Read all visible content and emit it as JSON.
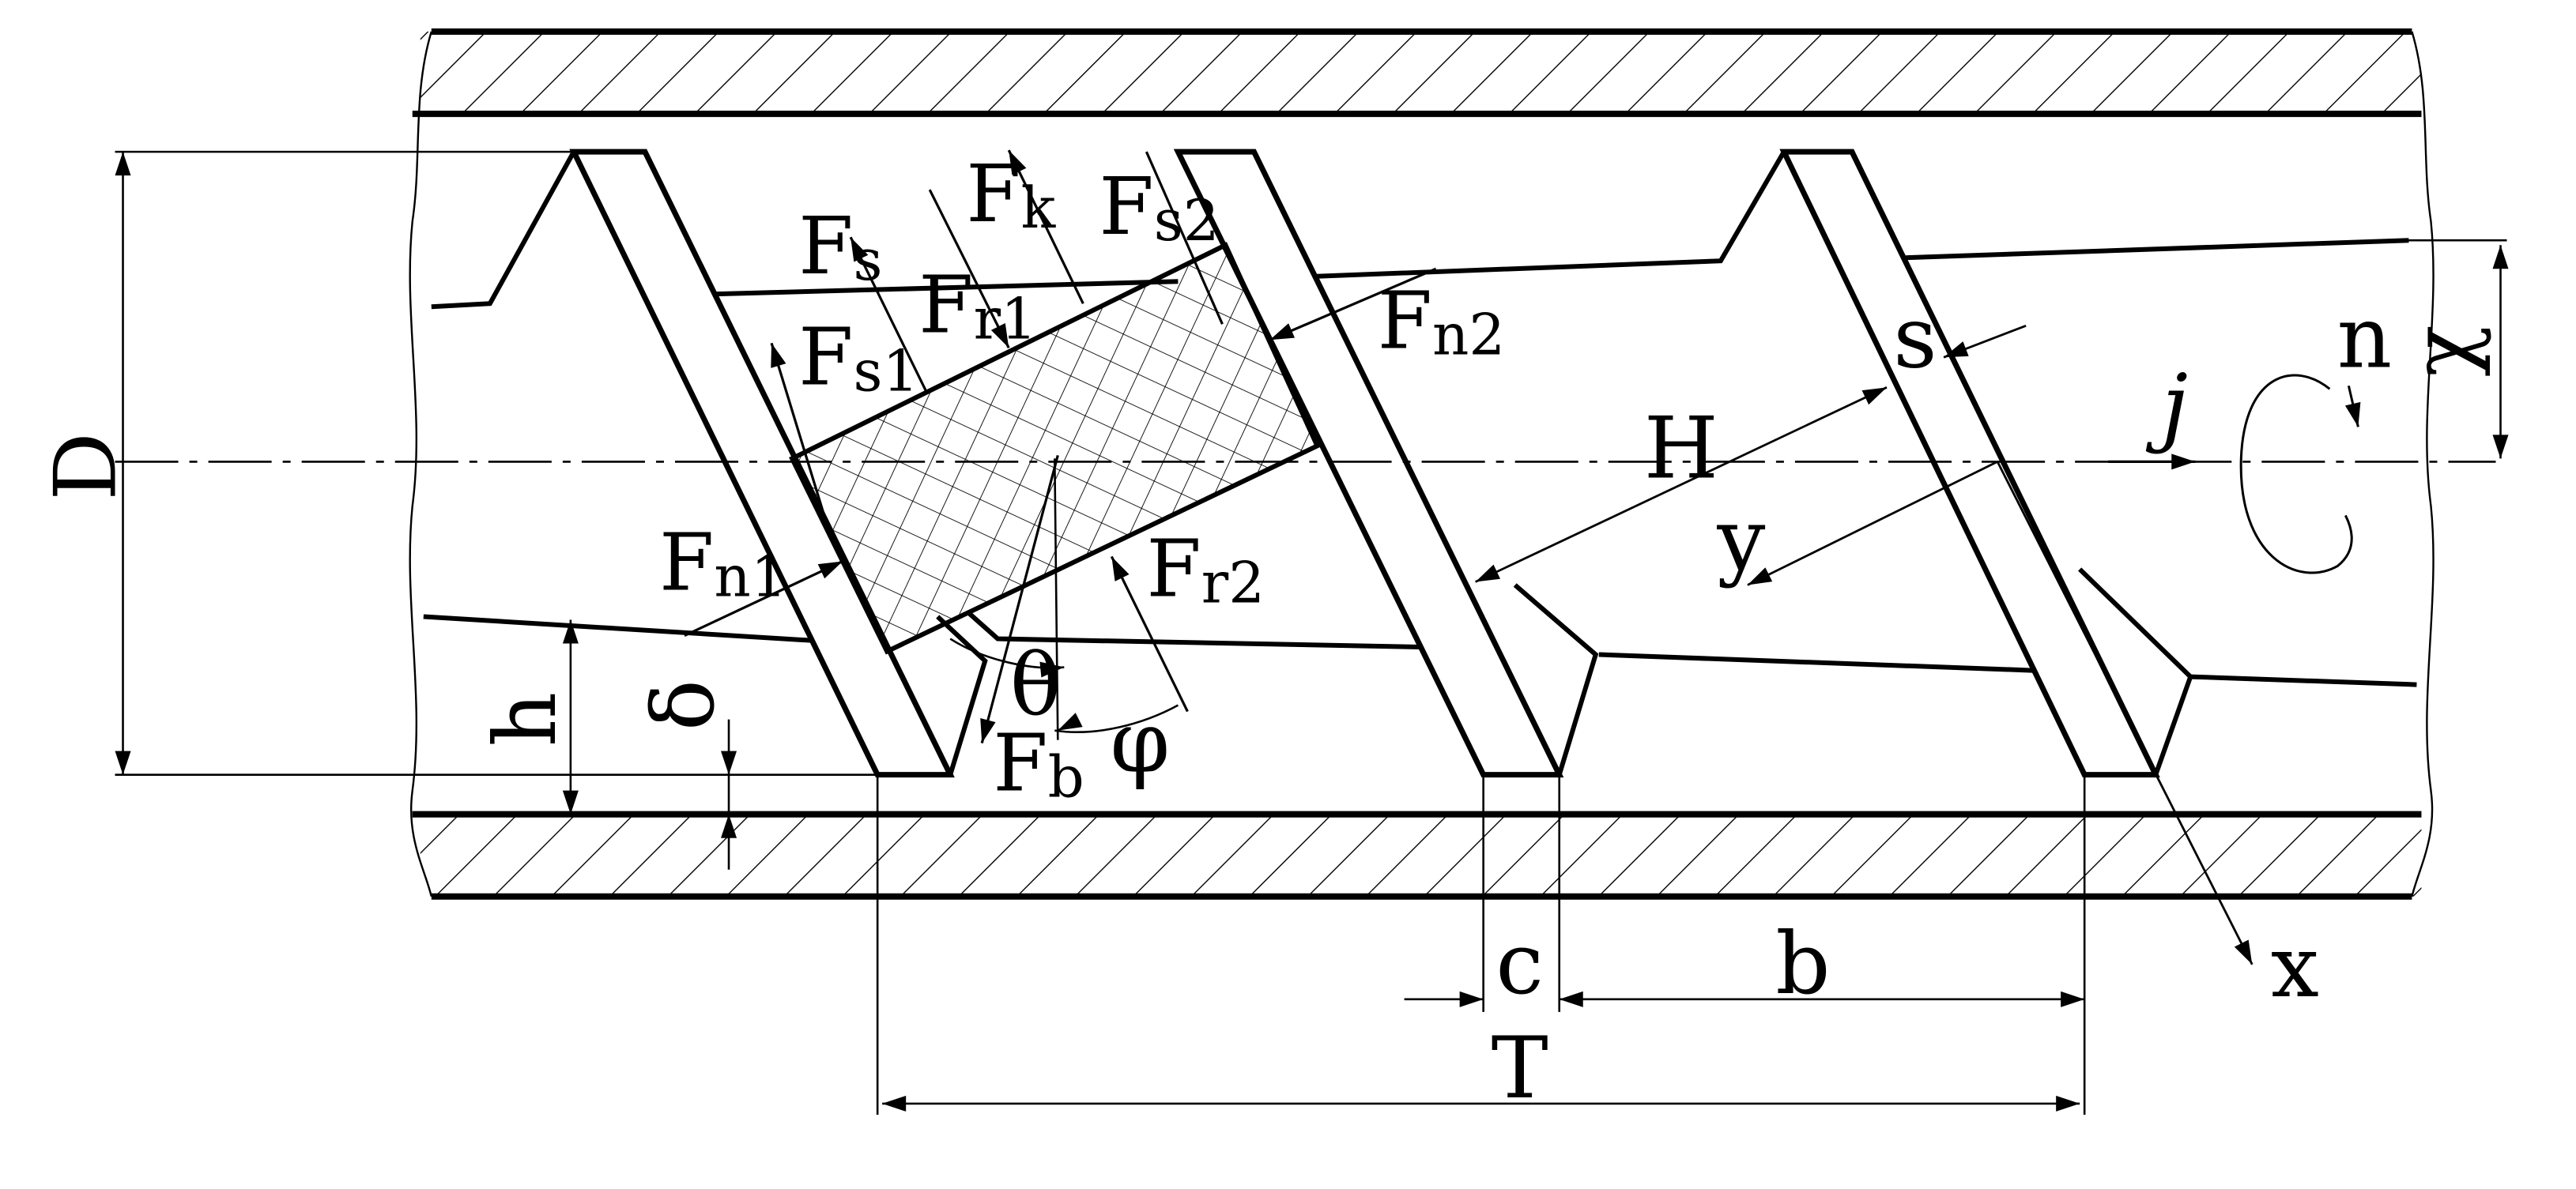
{
  "labels": {
    "D": "D",
    "h": "h",
    "delta": "δ",
    "T": "T",
    "c": "c",
    "b": "b",
    "H": "H",
    "s": "s",
    "n": "n",
    "j": "j",
    "x": "x",
    "y": "y",
    "chi": "χ",
    "theta": "θ",
    "phi": "φ",
    "F": "F",
    "sub_s": "s",
    "sub_k": "k",
    "sub_s2": "s2",
    "sub_s1": "s1",
    "sub_r1": "r1",
    "sub_n2": "n2",
    "sub_n1": "n1",
    "sub_r2": "r2",
    "sub_b": "b"
  },
  "colors": {
    "ink": "#000000",
    "background": "#ffffff"
  }
}
